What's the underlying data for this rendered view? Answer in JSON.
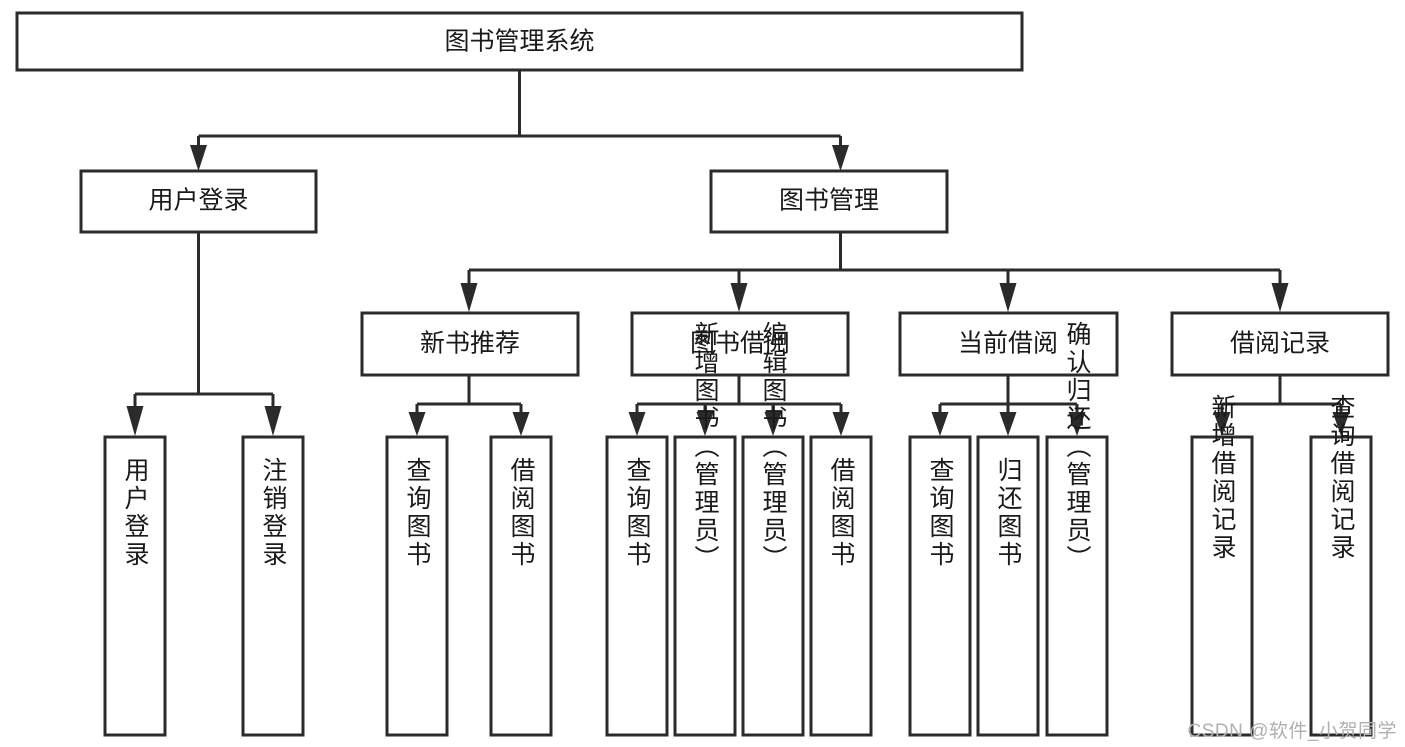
{
  "diagram": {
    "title": "图书管理系统",
    "type": "hierarchy-tree",
    "background_color": "#ffffff",
    "line_color": "#2b2b2b",
    "text_color": "#1a1a1a",
    "root": {
      "label": "图书管理系统"
    },
    "level2": [
      {
        "label": "用户登录"
      },
      {
        "label": "图书管理"
      }
    ],
    "level3": [
      {
        "label": "新书推荐"
      },
      {
        "label": "图书借阅"
      },
      {
        "label": "当前借阅"
      },
      {
        "label": "借阅记录"
      }
    ],
    "leaves": {
      "user_login": [
        {
          "label": "用户登录"
        },
        {
          "label": "注销登录"
        }
      ],
      "new_book_recommend": [
        {
          "label": "查询图书"
        },
        {
          "label": "借阅图书"
        }
      ],
      "book_borrow": [
        {
          "label": "查询图书"
        },
        {
          "label": "新增图书（管理员）"
        },
        {
          "label": "编辑图书（管理员）"
        },
        {
          "label": "借阅图书"
        }
      ],
      "current_borrow": [
        {
          "label": "查询图书"
        },
        {
          "label": "归还图书"
        },
        {
          "label": "确认归还（管理员）"
        }
      ],
      "borrow_record": [
        {
          "label": "新增借阅记录"
        },
        {
          "label": "查询借阅记录"
        }
      ]
    },
    "watermark": "CSDN @软件_小贺同学"
  }
}
